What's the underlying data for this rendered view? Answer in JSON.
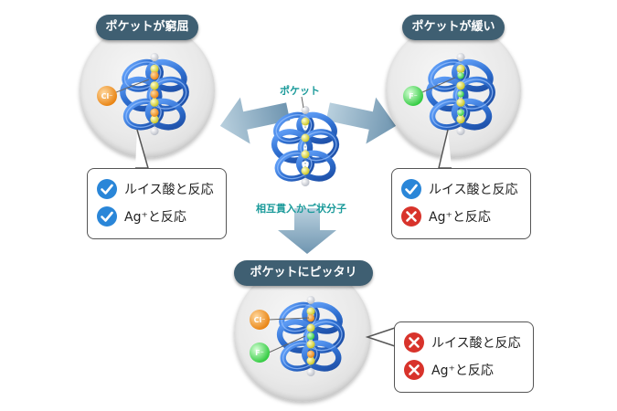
{
  "titles": {
    "left": "ポケットが窮屈",
    "right": "ポケットが緩い",
    "bottom": "ポケットにピッタリ"
  },
  "center": {
    "pocket_label": "ポケット",
    "cage_label": "相互貫入かご状分子"
  },
  "ions": {
    "chloride": "Cl⁻",
    "fluoride": "F⁻"
  },
  "boxes": {
    "left": {
      "rows": [
        {
          "text": "ルイス酸と反応",
          "mark": "check"
        },
        {
          "text": "Ag⁺と反応",
          "mark": "check"
        }
      ]
    },
    "right": {
      "rows": [
        {
          "text": "ルイス酸と反応",
          "mark": "check"
        },
        {
          "text": "Ag⁺と反応",
          "mark": "cross"
        }
      ]
    },
    "bottom": {
      "rows": [
        {
          "text": "ルイス酸と反応",
          "mark": "cross"
        },
        {
          "text": "Ag⁺と反応",
          "mark": "cross"
        }
      ]
    }
  },
  "colors": {
    "title_bg": "#3f5f72",
    "cage_blue": "#2f6fd0",
    "check_blue": "#2a86d8",
    "cross_red": "#d8332b",
    "chloride_orange": "#f28a1a",
    "fluoride_green": "#2bc93a",
    "arrow_blue": "#8fb1c8",
    "label_teal": "#1a9a9a"
  }
}
